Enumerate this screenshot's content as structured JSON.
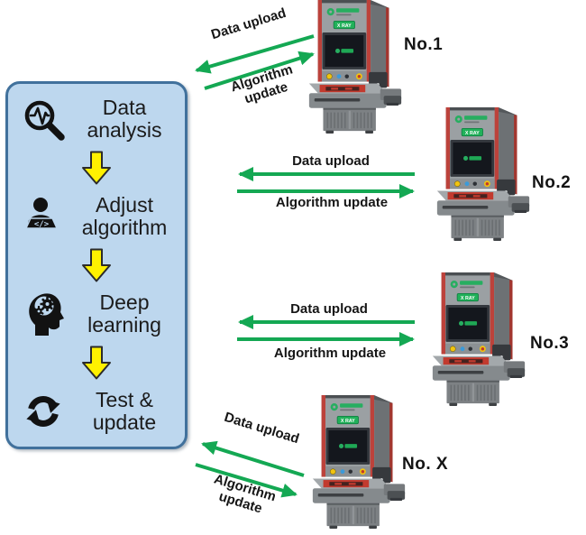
{
  "panel": {
    "steps": [
      {
        "label": "Data analysis",
        "icon": "magnifier-waveform-icon"
      },
      {
        "label": "Adjust algorithm",
        "icon": "developer-laptop-icon",
        "icon_glyph": "</>"
      },
      {
        "label": "Deep learning",
        "icon": "head-gears-icon"
      },
      {
        "label": "Test & update",
        "icon": "sync-arrows-icon"
      }
    ]
  },
  "machines": [
    {
      "label": "No.1",
      "badge": "X RAY"
    },
    {
      "label": "No.2",
      "badge": "X RAY"
    },
    {
      "label": "No.3",
      "badge": "X RAY"
    },
    {
      "label": "No. X",
      "badge": "X RAY"
    }
  ],
  "connections": [
    {
      "machine": "No.1",
      "upload_label": "Data upload",
      "update_label": "Algorithm update",
      "style": "diagonal-up"
    },
    {
      "machine": "No.2",
      "upload_label": "Data upload",
      "update_label": "Algorithm update",
      "style": "horizontal"
    },
    {
      "machine": "No.3",
      "upload_label": "Data upload",
      "update_label": "Algorithm update",
      "style": "horizontal"
    },
    {
      "machine": "No. X",
      "upload_label": "Data upload",
      "update_label": "Algorithm update",
      "style": "diagonal-down"
    }
  ],
  "colors": {
    "panel_fill": "#bdd7ee",
    "panel_border": "#41719c",
    "arrow_green": "#14a853",
    "flow_arrow_yellow": "#fff100",
    "machine_red": "#bc423b",
    "machine_green": "#21b15a",
    "text": "#161616"
  }
}
